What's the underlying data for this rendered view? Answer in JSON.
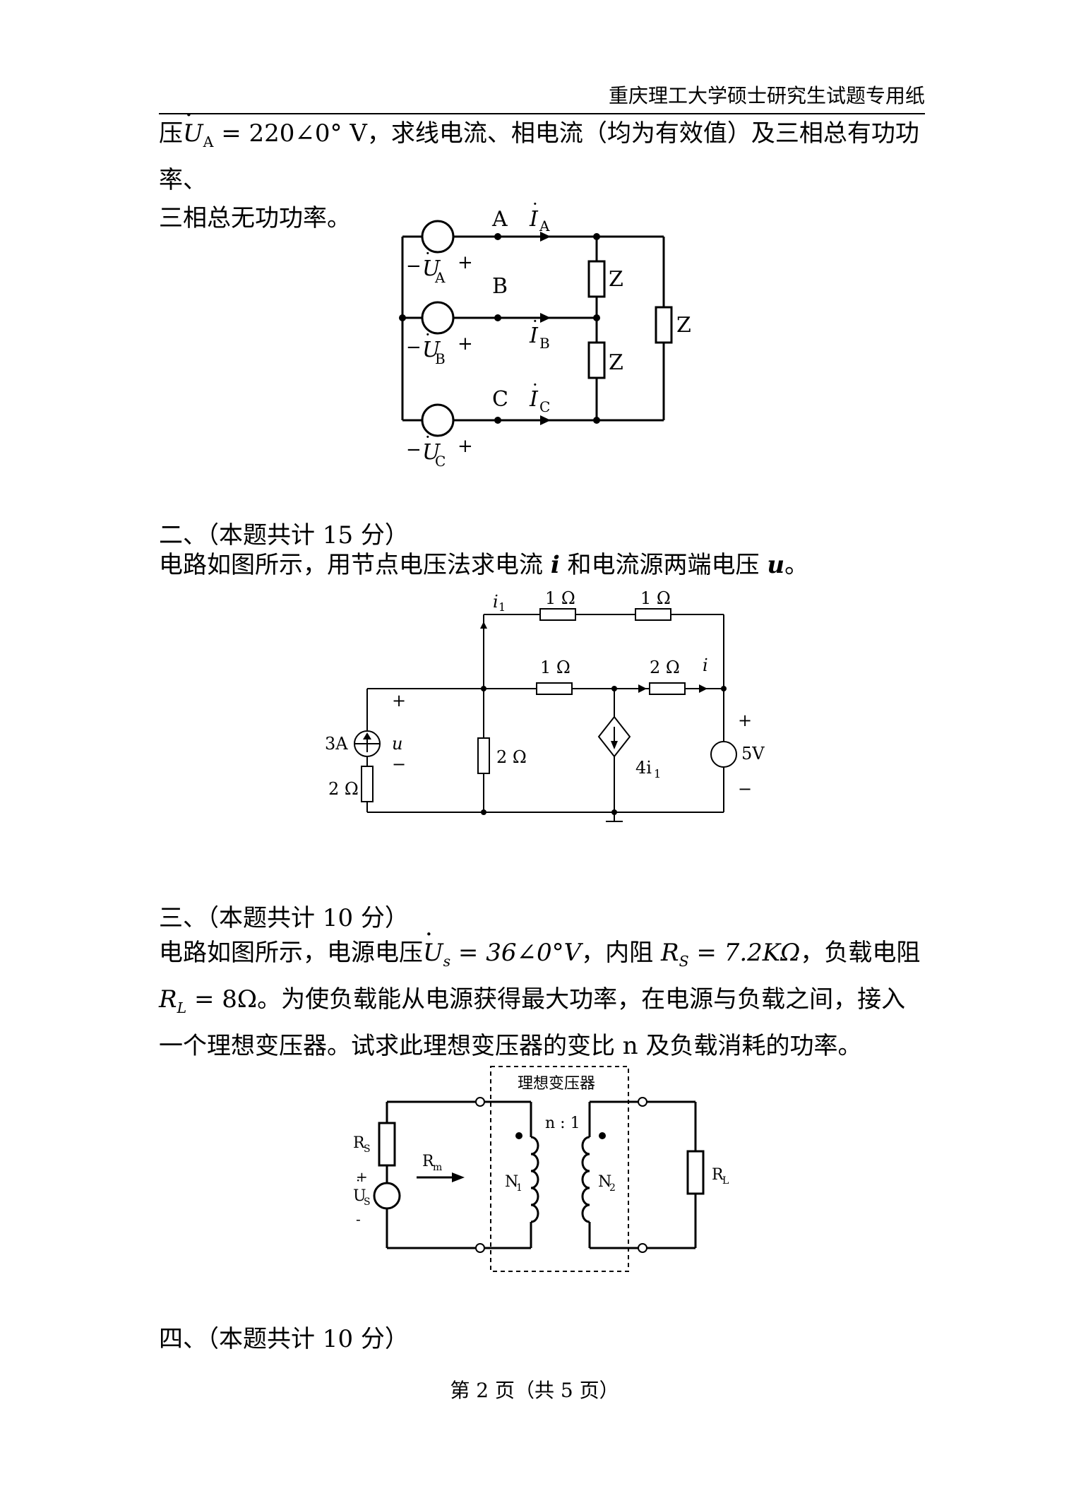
{
  "header": {
    "school": "重庆理工大学硕士研究生试题专用纸"
  },
  "q1": {
    "line1_prefix": "压",
    "ua_symbol": "U",
    "ua_sub": "A",
    "ua_value": " = 220∠0° V",
    "line1_suffix": "，求线电流、相电流（均为有效值）及三相总有功功率、",
    "line2": "三相总无功功率。"
  },
  "fig1": {
    "labels": {
      "A": "A",
      "B": "B",
      "C": "C",
      "IA": "I",
      "IA_sub": "A",
      "IB": "I",
      "IB_sub": "B",
      "IC": "I",
      "IC_sub": "C",
      "UA": "U",
      "UA_sub": "A",
      "UB": "U",
      "UB_sub": "B",
      "UC": "U",
      "UC_sub": "C",
      "Z": "Z",
      "plus": "+",
      "minus": "−"
    }
  },
  "q2": {
    "title": "二、（本题共计 15 分）",
    "text_pre": "电路如图所示，用节点电压法求电流 ",
    "var_i": "i",
    "text_mid": " 和电流源两端电压 ",
    "var_u": "u",
    "text_end": "。"
  },
  "fig2": {
    "labels": {
      "i1": "i",
      "i1_sub": "1",
      "r1": "1 Ω",
      "r2": "1 Ω",
      "r3": "1 Ω",
      "r4": "2 Ω",
      "i": "i",
      "src3A": "3A",
      "u": "u",
      "r2ohm_v": "2 Ω",
      "r2ohm_left": "2 Ω",
      "dep": "4i",
      "dep_sub": "1",
      "v5": "5V",
      "plus": "+",
      "minus": "−"
    }
  },
  "q3": {
    "title": "三、（本题共计 10 分）",
    "line1_pre": "电路如图所示，电源电压",
    "us_symbol": "U",
    "us_sub": "s",
    "us_value": " = 36∠0°V",
    "line1_mid": "，内阻 ",
    "rs_symbol": "R",
    "rs_sub": "S",
    "rs_value": " = 7.2KΩ",
    "line1_end": "，负载电阻",
    "rl_symbol": "R",
    "rl_sub": "L",
    "rl_value": " = 8Ω",
    "line2_end": "。为使负载能从电源获得最大功率，在电源与负载之间，接入",
    "line3": "一个理想变压器。试求此理想变压器的变比 n 及负载消耗的功率。"
  },
  "fig3": {
    "labels": {
      "title": "理想变压器",
      "Rs": "R",
      "Rs_sub": "S",
      "Rm": "R",
      "Rm_sub": "m",
      "Us": "U",
      "Us_sub": "S",
      "ratio": "n : 1",
      "N1": "N",
      "N1_sub": "1",
      "N2": "N",
      "N2_sub": "2",
      "RL": "R",
      "RL_sub": "L",
      "plus": "+",
      "minus": "-"
    }
  },
  "q4": {
    "title": "四、（本题共计 10 分）"
  },
  "footer": {
    "page": "第 2 页（共 5 页）"
  }
}
